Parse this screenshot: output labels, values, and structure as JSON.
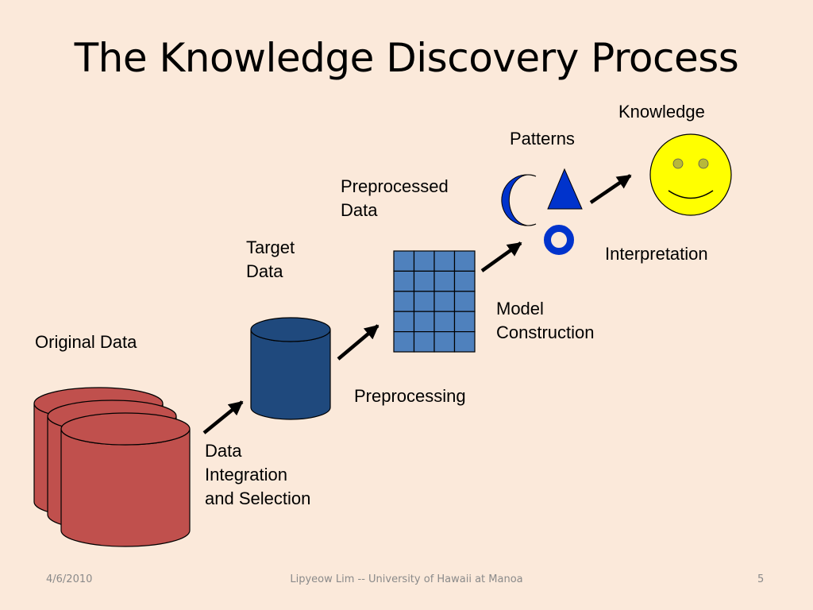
{
  "slide": {
    "title": "The Knowledge Discovery Process"
  },
  "labels": {
    "original_data": "Original Data",
    "target_data": [
      "Target",
      "Data"
    ],
    "preprocessed_data": [
      "Preprocessed",
      "Data"
    ],
    "patterns": "Patterns",
    "knowledge": "Knowledge",
    "data_integration": [
      "Data",
      "Integration",
      "and Selection"
    ],
    "preprocessing": "Preprocessing",
    "model_construction": [
      "Model",
      "Construction"
    ],
    "interpretation": "Interpretation"
  },
  "footer": {
    "date": "4/6/2010",
    "author": "Lipyeow Lim -- University of Hawaii at Manoa",
    "page": "5"
  },
  "colors": {
    "background": "#fbe9da",
    "original_db": "#c0504d",
    "target_db": "#1f497d",
    "grid_cell": "#4f81bd",
    "pattern_blue": "#0033cc",
    "smiley": "#ffff00"
  }
}
